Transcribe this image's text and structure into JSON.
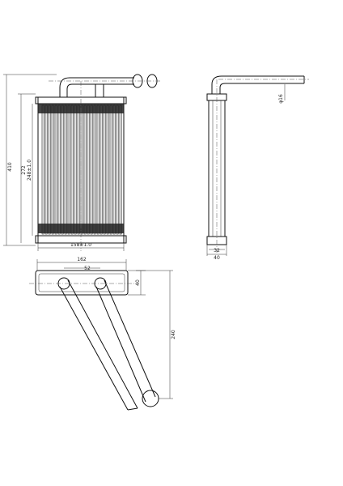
{
  "drawing": {
    "front_view": {
      "overall_height": "410",
      "tank_height": "272",
      "core_height": "248±1.0",
      "core_width": "158±1.0"
    },
    "side_view": {
      "pipe_diameter": "φ16",
      "core_depth": "32",
      "tank_depth": "40"
    },
    "top_view": {
      "width": "162",
      "pipe_spacing": "52",
      "depth": "40",
      "pipe_length": "240"
    }
  }
}
